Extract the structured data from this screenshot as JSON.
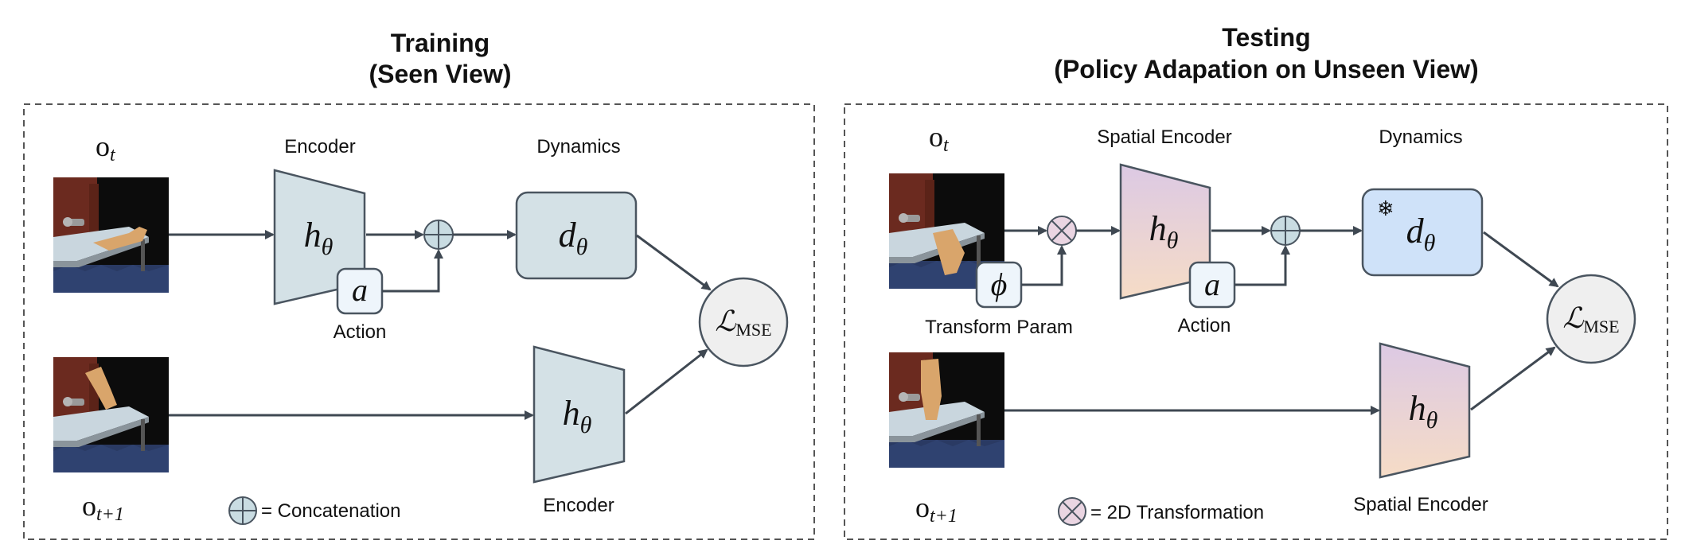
{
  "training": {
    "title_line1": "Training",
    "title_line2": "(Seen View)",
    "obs_t": "o",
    "obs_t_sub": "t",
    "obs_t1": "o",
    "obs_t1_sub": "t+1",
    "encoder_label": "Encoder",
    "dynamics_label": "Dynamics",
    "action_label": "Action",
    "encoder2_label": "Encoder",
    "encoder_symbol": "h",
    "encoder_sub": "θ",
    "dynamics_symbol": "d",
    "dynamics_sub": "θ",
    "action_symbol": "a",
    "loss_symbol": "ℒ",
    "loss_sub": "MSE",
    "legend_text": "= Concatenation"
  },
  "testing": {
    "title_line1": "Testing",
    "title_line2": "(Policy Adapation on Unseen View)",
    "obs_t": "o",
    "obs_t_sub": "t",
    "obs_t1": "o",
    "obs_t1_sub": "t+1",
    "spatial_encoder_label": "Spatial Encoder",
    "dynamics_label": "Dynamics",
    "action_label": "Action",
    "transform_label": "Transform Param",
    "spatial_encoder2_label": "Spatial Encoder",
    "encoder_symbol": "h",
    "encoder_sub": "θ",
    "dynamics_symbol": "d",
    "dynamics_sub": "θ",
    "action_symbol": "a",
    "transform_symbol": "ϕ",
    "frozen_symbol": "❄",
    "loss_symbol": "ℒ",
    "loss_sub": "MSE",
    "legend_text": "= 2D Transformation"
  },
  "colors": {
    "block_fill": "#d4e1e6",
    "block_stroke": "#4a5560",
    "arrow": "#3f4852",
    "dynamics_frozen": "#cfe2f9",
    "action_fill": "#eef5fb",
    "loss_fill": "#efefef",
    "spatial_top": "#dcc9e4",
    "spatial_bottom": "#f6dcc6",
    "transform_node": "#ead5e2"
  },
  "icons": [
    "robot-hand-scene-image",
    "concat-icon",
    "transform-icon",
    "snowflake-icon"
  ]
}
